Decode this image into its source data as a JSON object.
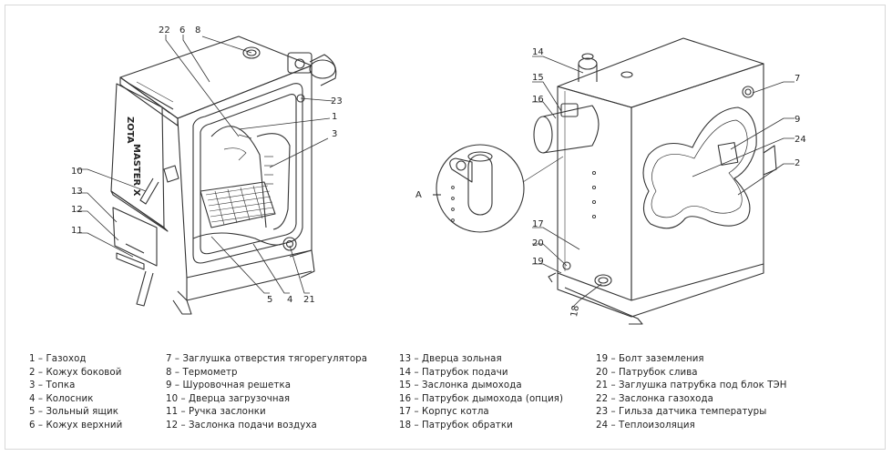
{
  "callouts": {
    "left": [
      "22",
      "6",
      "8",
      "23",
      "1",
      "3",
      "10",
      "13",
      "12",
      "11",
      "5",
      "4",
      "21"
    ],
    "right": [
      "14",
      "15",
      "16",
      "7",
      "9",
      "24",
      "2",
      "17",
      "20",
      "19",
      "18"
    ],
    "detail": "A"
  },
  "brand_plate": {
    "top": "ZOTA",
    "bottom": "MASTER X"
  },
  "legend": {
    "columns": [
      [
        "1 – Газоход",
        "2 – Кожух боковой",
        "3 – Топка",
        "4 – Колосник",
        "5 – Зольный ящик",
        "6 – Кожух верхний"
      ],
      [
        "7 – Заглушка отверстия тягорегулятора",
        "8 – Термометр",
        "9 – Шуровочная решетка",
        "10 – Дверца загрузочная",
        "11 – Ручка заслонки",
        "12 – Заслонка подачи воздуха"
      ],
      [
        "13 – Дверца зольная",
        "14 – Патрубок подачи",
        "15 – Заслонка дымохода",
        "16 – Патрубок дымохода (опция)",
        "17 – Корпус котла",
        "18 – Патрубок обратки"
      ],
      [
        "19 – Болт заземления",
        "20 – Патрубок слива",
        "21 – Заглушка патрубка под блок ТЭН",
        "22 – Заслонка газохода",
        "23 – Гильза датчика температуры",
        "24 – Теплоизоляция"
      ]
    ]
  }
}
